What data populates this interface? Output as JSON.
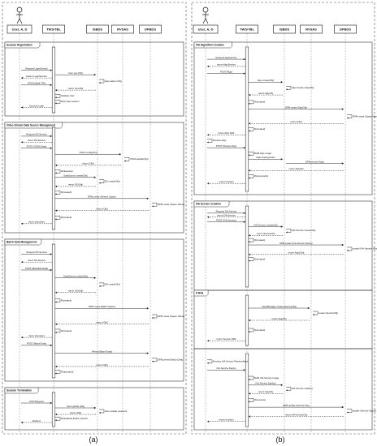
{
  "panels": [
    {
      "caption": "(a)",
      "actor": "User, A, D",
      "lifelines": [
        "TWS/TBL",
        "ISBDS",
        "RVSAS",
        "DPBDS"
      ],
      "sections": [
        {
          "title": "Session Registration",
          "messages": [
            {
              "text": "Request LoginService",
              "from": 0,
              "to": 1,
              "y": 0.35,
              "ret": false
            },
            {
              "text": "Return LoginService",
              "from": 1,
              "to": 0,
              "y": 0.47,
              "ret": true
            },
            {
              "text": "POST(uMail, PW)",
              "from": 0,
              "to": 1,
              "y": 0.58,
              "ret": false
            },
            {
              "text": "User get (Obj)",
              "from": 1,
              "to": 2,
              "y": 0.42,
              "ret": false
            },
            {
              "text": "User.select (Obj)",
              "from": 2,
              "to": 2,
              "y": 0.52,
              "ret": false
            },
            {
              "text": "return UserObj",
              "from": 2,
              "to": 1,
              "y": 0.66,
              "ret": true
            },
            {
              "text": "Validate User",
              "from": 1,
              "to": 1,
              "y": 0.75,
              "ret": false
            },
            {
              "text": "R(U) start session",
              "from": 1,
              "to": 1,
              "y": 0.84,
              "ret": false
            },
            {
              "text": "Success Login",
              "from": 1,
              "to": 0,
              "y": 0.93,
              "ret": true
            }
          ]
        },
        {
          "title": "Video Stream Data Source Management",
          "messages": [
            {
              "text": "Request DS-Service",
              "from": 0,
              "to": 1,
              "y": 0.08,
              "ret": false
            },
            {
              "text": "return DS-Service",
              "from": 1,
              "to": 0,
              "y": 0.14,
              "ret": true
            },
            {
              "text": "POST (VSDS-Data)",
              "from": 0,
              "to": 1,
              "y": 0.2,
              "ret": false
            },
            {
              "text": "VSAS config(Obj)",
              "from": 1,
              "to": 3,
              "y": 0.26,
              "ret": false
            },
            {
              "text": "VSAS.details(Obj)",
              "from": 3,
              "to": 3,
              "y": 0.31,
              "ret": false
            },
            {
              "text": "return (Obj)",
              "from": 3,
              "to": 1,
              "y": 0.37,
              "ret": true
            },
            {
              "text": "R(detected)",
              "from": 1,
              "to": 1,
              "y": 0.43,
              "ret": false
            },
            {
              "text": "DataSource create(Obj)",
              "from": 1,
              "to": 2,
              "y": 0.49,
              "ret": false
            },
            {
              "text": "DS create(Obj)",
              "from": 2,
              "to": 2,
              "y": 0.53,
              "ret": false
            },
            {
              "text": "return DS(Obj)",
              "from": 2,
              "to": 1,
              "y": 0.58,
              "ret": true
            },
            {
              "text": "R(created)",
              "from": 1,
              "to": 1,
              "y": 0.64,
              "ret": false
            },
            {
              "text": "DPB create (Stream Space)",
              "from": 1,
              "to": 4,
              "y": 0.7,
              "ret": false
            },
            {
              "text": "DPB create (Space Name)",
              "from": 4,
              "to": 4,
              "y": 0.76,
              "ret": false
            },
            {
              "text": "return (Obj)",
              "from": 4,
              "to": 1,
              "y": 0.82,
              "ret": true
            },
            {
              "text": "R(created)",
              "from": 1,
              "to": 1,
              "y": 0.89,
              "ret": false
            },
            {
              "text": "return (boolean)",
              "from": 1,
              "to": 0,
              "y": 0.95,
              "ret": true
            }
          ]
        },
        {
          "title": "Batch Data Management",
          "messages": [
            {
              "text": "Request DS-Service",
              "from": 0,
              "to": 1,
              "y": 0.07,
              "ret": false
            },
            {
              "text": "return DS-Service",
              "from": 1,
              "to": 0,
              "y": 0.13,
              "ret": true
            },
            {
              "text": "POST (BatchDS-Data)",
              "from": 0,
              "to": 1,
              "y": 0.19,
              "ret": false
            },
            {
              "text": "DataSource create(Obj)",
              "from": 1,
              "to": 2,
              "y": 0.25,
              "ret": false
            },
            {
              "text": "DS create(Obj)",
              "from": 2,
              "to": 2,
              "y": 0.3,
              "ret": false
            },
            {
              "text": "return DS(Obj)",
              "from": 2,
              "to": 1,
              "y": 0.36,
              "ret": true
            },
            {
              "text": "R(created)",
              "from": 1,
              "to": 1,
              "y": 0.42,
              "ret": false
            },
            {
              "text": "DPB create (Batch Space)",
              "from": 1,
              "to": 4,
              "y": 0.48,
              "ret": false
            },
            {
              "text": "DPB create (Space Name)",
              "from": 4,
              "to": 4,
              "y": 0.54,
              "ret": false
            },
            {
              "text": "return (Obj)",
              "from": 4,
              "to": 1,
              "y": 0.6,
              "ret": true
            },
            {
              "text": "R(created)",
              "from": 1,
              "to": 1,
              "y": 0.65,
              "ret": false
            },
            {
              "text": "return (boolean)",
              "from": 1,
              "to": 0,
              "y": 0.7,
              "ret": true
            },
            {
              "text": "POST (Batch-Data)",
              "from": 0,
              "to": 1,
              "y": 0.76,
              "ret": false
            },
            {
              "text": "Persist (Batch Data)",
              "from": 1,
              "to": 4,
              "y": 0.82,
              "ret": false
            },
            {
              "text": "DPB persist (Batch Data)",
              "from": 4,
              "to": 4,
              "y": 0.87,
              "ret": false
            },
            {
              "text": "return (Obj)",
              "from": 4,
              "to": 1,
              "y": 0.92,
              "ret": true
            },
            {
              "text": "R(uploaded)",
              "from": 1,
              "to": 1,
              "y": 0.96,
              "ret": false
            }
          ]
        },
        {
          "title": "Session Termination",
          "messages": [
            {
              "text": "POST(logout)",
              "from": 0,
              "to": 1,
              "y": 0.3,
              "ret": false
            },
            {
              "text": "User update (Obj)",
              "from": 1,
              "to": 2,
              "y": 0.45,
              "ret": false
            },
            {
              "text": "User update (session)",
              "from": 2,
              "to": 2,
              "y": 0.55,
              "ret": false
            },
            {
              "text": "return (Obj)",
              "from": 2,
              "to": 1,
              "y": 0.65,
              "ret": true
            },
            {
              "text": "R(updated) Expire session",
              "from": 1,
              "to": 1,
              "y": 0.78,
              "ret": false
            },
            {
              "text": "Redirect",
              "from": 1,
              "to": 0,
              "y": 0.9,
              "ret": true
            }
          ]
        }
      ]
    },
    {
      "caption": "(b)",
      "actor": "User, A, D",
      "lifelines": [
        "TWS/TBL",
        "ISBDS",
        "RVSAS",
        "DPBDS"
      ],
      "sections": [
        {
          "title": "IVA Algorithm Creation",
          "messages": [
            {
              "text": "Request AlgoService",
              "from": 0,
              "to": 1,
              "y": 0.08,
              "ret": false
            },
            {
              "text": "return AlgoService",
              "from": 1,
              "to": 0,
              "y": 0.13,
              "ret": true
            },
            {
              "text": "POST(Algo)",
              "from": 0,
              "to": 1,
              "y": 0.18,
              "ret": false
            },
            {
              "text": "Algo create(Obj)",
              "from": 1,
              "to": 2,
              "y": 0.24,
              "ret": false
            },
            {
              "text": "Algo.Create (AlgoObj)",
              "from": 2,
              "to": 2,
              "y": 0.28,
              "ret": false
            },
            {
              "text": "return AlgoObj",
              "from": 2,
              "to": 1,
              "y": 0.33,
              "ret": true
            },
            {
              "text": "R(created)",
              "from": 1,
              "to": 1,
              "y": 0.38,
              "ret": false
            },
            {
              "text": "DPB create (AlgoObj)",
              "from": 1,
              "to": 4,
              "y": 0.43,
              "ret": false
            },
            {
              "text": "DPB create (Space Name)",
              "from": 4,
              "to": 4,
              "y": 0.48,
              "ret": false
            },
            {
              "text": "return (Obj)",
              "from": 4,
              "to": 1,
              "y": 0.53,
              "ret": true
            },
            {
              "text": "R(created)",
              "from": 1,
              "to": 1,
              "y": 0.57,
              "ret": false
            },
            {
              "text": "return Algo SDK",
              "from": 1,
              "to": 0,
              "y": 0.61,
              "ret": true
            },
            {
              "text": "Develop Algo",
              "from": 0,
              "to": 0,
              "y": 0.65,
              "ret": false
            },
            {
              "text": "POST (Deploy Algo)",
              "from": 0,
              "to": 1,
              "y": 0.7,
              "ret": false
            },
            {
              "text": "Build Algo Image",
              "from": 1,
              "to": 1,
              "y": 0.74,
              "ret": false
            },
            {
              "text": "Algo deploy(Code)",
              "from": 1,
              "to": 2,
              "y": 0.78,
              "ret": false
            },
            {
              "text": "DPB persist (Algo)",
              "from": 2,
              "to": 4,
              "y": 0.81,
              "ret": false
            },
            {
              "text": "return AlgoObj",
              "from": 4,
              "to": 1,
              "y": 0.86,
              "ret": true
            },
            {
              "text": "R(successful)",
              "from": 1,
              "to": 1,
              "y": 0.9,
              "ret": false
            },
            {
              "text": "return boolean",
              "from": 1,
              "to": 0,
              "y": 0.95,
              "ret": true
            }
          ]
        },
        {
          "title": "IVA Service Creation",
          "messages": [
            {
              "text": "Request IVA-Service",
              "from": 0,
              "to": 1,
              "y": 0.08,
              "ret": false
            },
            {
              "text": "return IVA-Service",
              "from": 1,
              "to": 0,
              "y": 0.13,
              "ret": true
            },
            {
              "text": "POST (IVA-Service)",
              "from": 0,
              "to": 1,
              "y": 0.19,
              "ret": false
            },
            {
              "text": "IVA-Service create(Obj)",
              "from": 1,
              "to": 2,
              "y": 0.25,
              "ret": false
            },
            {
              "text": "IVA-Service create(Obj)",
              "from": 2,
              "to": 2,
              "y": 0.3,
              "ret": false
            },
            {
              "text": "return ServiceObj",
              "from": 2,
              "to": 1,
              "y": 0.36,
              "ret": true
            },
            {
              "text": "R(created)",
              "from": 1,
              "to": 1,
              "y": 0.42,
              "ret": false
            },
            {
              "text": "DPB create (IVA-Service Space)",
              "from": 1,
              "to": 4,
              "y": 0.48,
              "ret": false
            },
            {
              "text": "create (IVA-Service Space)",
              "from": 4,
              "to": 4,
              "y": 0.53,
              "ret": false
            },
            {
              "text": "return Algo(Obj)",
              "from": 4,
              "to": 1,
              "y": 0.6,
              "ret": true
            },
            {
              "text": "R(created)",
              "from": 1,
              "to": 1,
              "y": 0.66,
              "ret": false
            }
          ]
        },
        {
          "title": "If RVA",
          "messages": [
            {
              "text": "TopicManager create (ServiceObj)",
              "from": 1,
              "to": 3,
              "y": 0.25,
              "ret": false
            },
            {
              "text": "create (ServiceObj)",
              "from": 3,
              "to": 3,
              "y": 0.35,
              "ret": false
            },
            {
              "text": "return AlgoObj",
              "from": 3,
              "to": 1,
              "y": 0.5,
              "ret": true
            },
            {
              "text": "R(created)",
              "from": 1,
              "to": 1,
              "y": 0.7,
              "ret": false
            },
            {
              "text": "return Service SDK",
              "from": 1,
              "to": 0,
              "y": 0.92,
              "ret": true
            }
          ]
        },
        {
          "title": "",
          "messages": [
            {
              "text": "Develop IVA-Service PipelineAlgos",
              "from": 0,
              "to": 0,
              "y": 0.1,
              "ret": false
            },
            {
              "text": "IVA-Service Deploy",
              "from": 0,
              "to": 1,
              "y": 0.22,
              "ret": false
            },
            {
              "text": "Build IVA-Service Image",
              "from": 1,
              "to": 1,
              "y": 0.33,
              "ret": false
            },
            {
              "text": "IVA-Service Deploy(",
              "from": 1,
              "to": 2,
              "y": 0.43,
              "ret": false
            },
            {
              "text": "IVA-Service update()",
              "from": 2,
              "to": 2,
              "y": 0.48,
              "ret": false
            },
            {
              "text": "return AlgoObj",
              "from": 2,
              "to": 1,
              "y": 0.55,
              "ret": true
            },
            {
              "text": "R(success)",
              "from": 1,
              "to": 1,
              "y": 0.64,
              "ret": false
            },
            {
              "text": "DPB.update (Service Obj)",
              "from": 1,
              "to": 4,
              "y": 0.74,
              "ret": false
            },
            {
              "text": "update (Service Space)",
              "from": 4,
              "to": 4,
              "y": 0.79,
              "ret": false
            },
            {
              "text": "return IVA-ServiceObj",
              "from": 4,
              "to": 1,
              "y": 0.87,
              "ret": true
            },
            {
              "text": "return boolean",
              "from": 1,
              "to": 0,
              "y": 0.94,
              "ret": true
            }
          ]
        }
      ]
    }
  ]
}
